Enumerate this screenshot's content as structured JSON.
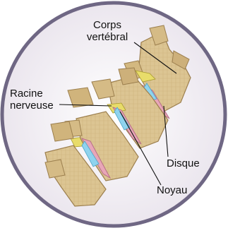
{
  "labels": {
    "corps_line1": "Corps",
    "corps_line2": "vertébral",
    "racine_line1": "Racine",
    "racine_line2": "nerveuse",
    "disque": "Disque",
    "noyau": "Noyau"
  },
  "colors": {
    "background_disc": "#f4f1f6",
    "outer_ring": "#6f6784",
    "bone": "#d9c08c",
    "bone_shadow": "#a88a56",
    "disc": "#e8a6b8",
    "nucleus": "#8fd3ee",
    "nerve": "#e8dc6a",
    "leader_line": "#111111"
  }
}
